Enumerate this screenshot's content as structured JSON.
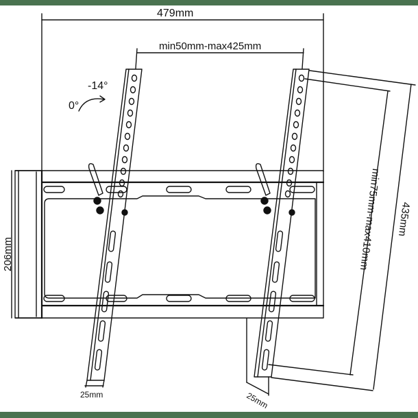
{
  "diagram": {
    "title": "Tilting TV wall mount dimension drawing",
    "colors": {
      "frame_band": "#4a7350",
      "line": "#111111",
      "background": "#ffffff"
    },
    "dimensions": {
      "overall_width": "479mm",
      "vesa_horizontal": "min50mm-max425mm",
      "wall_plate_height": "206mm",
      "arm_length": "435mm",
      "vesa_vertical": "min75mm-max410mm",
      "arm_width_left": "25mm",
      "arm_width_right": "25mm"
    },
    "tilt": {
      "start_angle": "0°",
      "end_angle": "-14°"
    }
  }
}
